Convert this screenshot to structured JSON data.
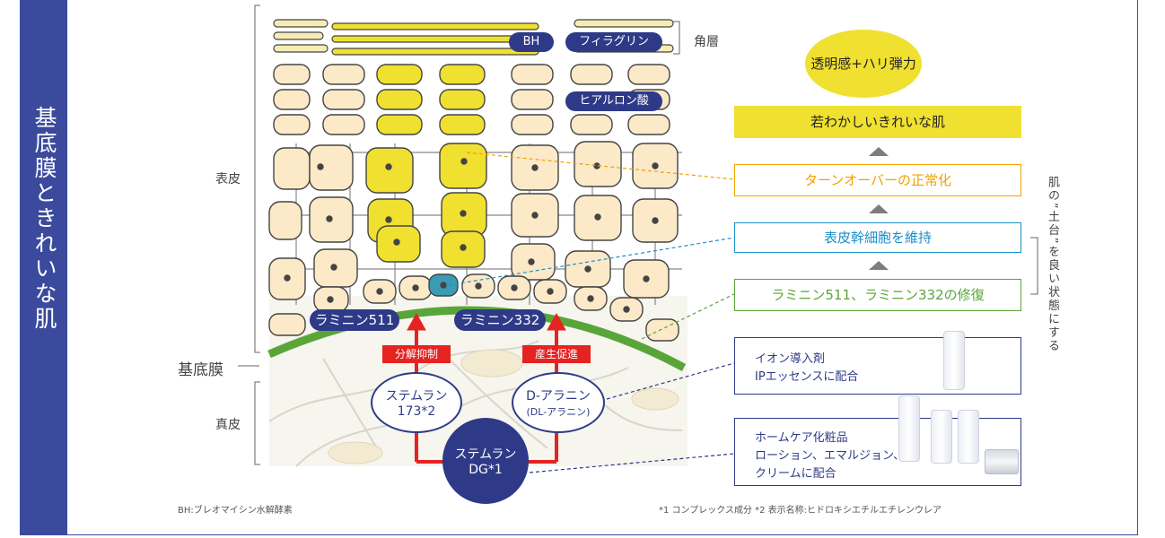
{
  "sidebar": {
    "title": "基底膜ときれいな肌"
  },
  "layers": {
    "stratum_corneum": "角層",
    "epidermis": "表皮",
    "basement_membrane": "基底膜",
    "dermis": "真皮"
  },
  "skin_tags": {
    "bh": "BH",
    "filaggrin": "フィラグリン",
    "hyaluronic": "ヒアルロン酸",
    "laminin511": "ラミニン511",
    "laminin332": "ラミニン332"
  },
  "arrows": {
    "inhibit": "分解抑制",
    "promote": "産生促進"
  },
  "ingredients": {
    "stemulan173_line1": "ステムラン",
    "stemulan173_line2": "173*2",
    "dalanine_line1": "D-アラニン",
    "dalanine_line2": "(DL-アラニン)",
    "stemulandg_line1": "ステムラン",
    "stemulandg_line2": "DG*1"
  },
  "benefits": {
    "goal": "透明感+ハリ弾力",
    "result": "若わかしいきれいな肌",
    "turnover": "ターンオーバーの正常化",
    "stemcell": "表皮幹細胞を維持",
    "repair": "ラミニン511、ラミニン332の修復"
  },
  "foundation_label": "肌の“土台”を良い状態にする",
  "products": {
    "ion_line1": "イオン導入剤",
    "ion_line2": "IPエッセンスに配合",
    "home_line1": "ホームケア化粧品",
    "home_line2": "ローション、エマルジョン、",
    "home_line3": "クリームに配合"
  },
  "footnotes": {
    "left": "BH:ブレオマイシン水解酵素",
    "right": "*1 コンプレックス成分 *2 表示名称:ヒドロキシエチルエチレンウレア"
  },
  "colors": {
    "navy": "#2e3a87",
    "yellow": "#f0e030",
    "orange": "#f2a100",
    "blue": "#1a8fc9",
    "green": "#5aa53a",
    "red": "#e52321"
  }
}
